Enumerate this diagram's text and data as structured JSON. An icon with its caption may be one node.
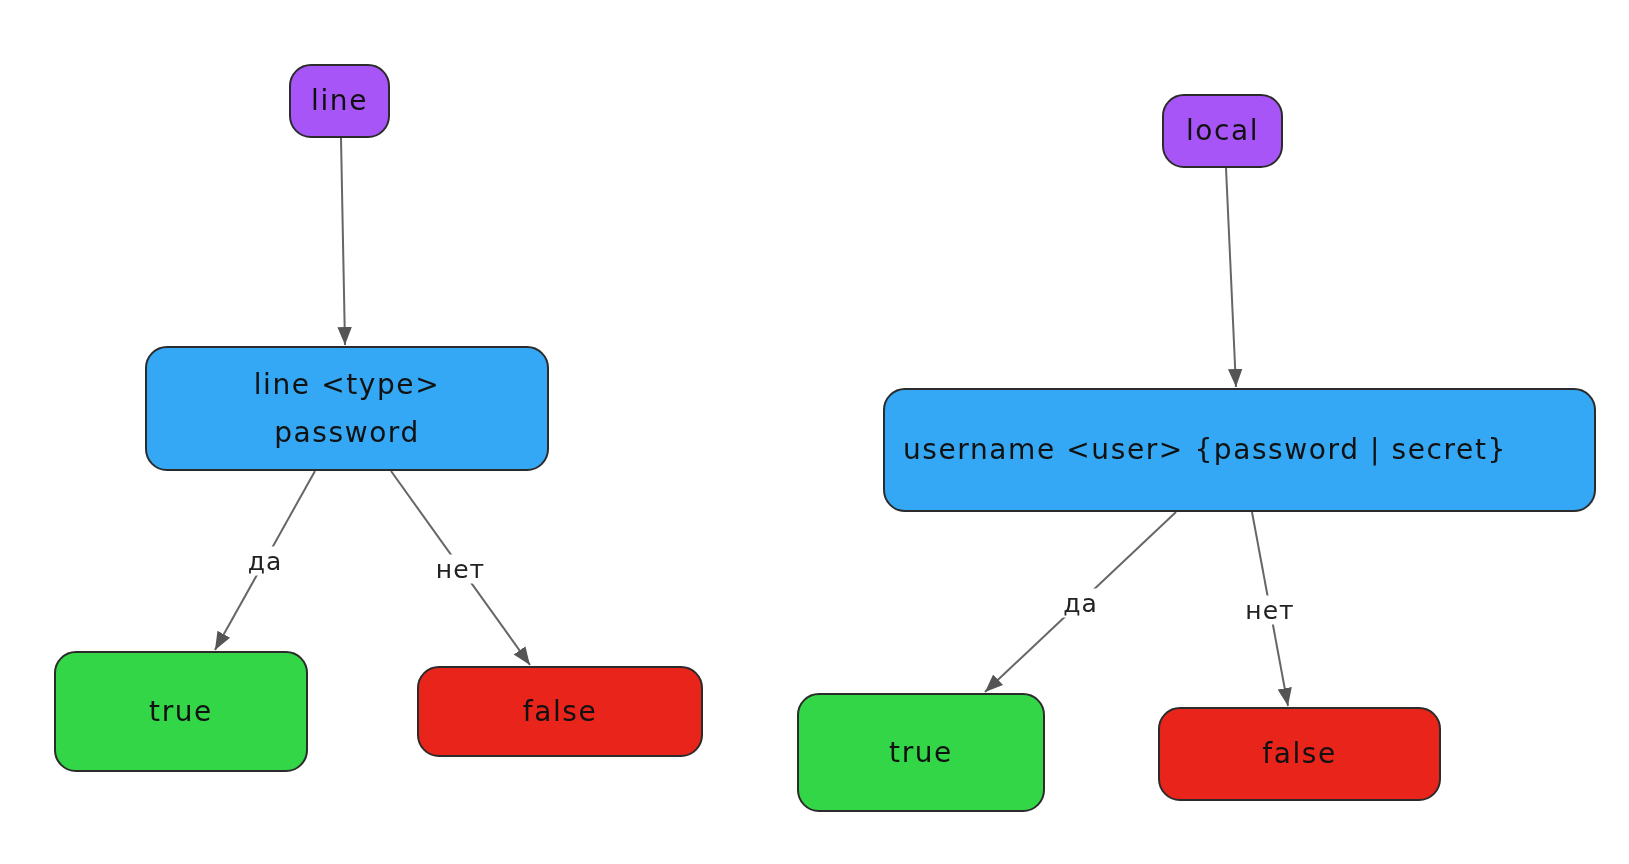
{
  "diagram": {
    "nodes": [
      {
        "text": [
          "line"
        ]
      },
      {
        "text": [
          "line <type> password"
        ]
      },
      {
        "text": [
          "true"
        ]
      },
      {
        "text": [
          "false"
        ]
      },
      {
        "text": [
          "local"
        ]
      },
      {
        "text": [
          "username <user> {password | secret}"
        ]
      },
      {
        "text": [
          "true"
        ]
      },
      {
        "text": [
          "false"
        ]
      }
    ],
    "edges": [
      {
        "from": 0,
        "to": 1,
        "arrow": "to"
      },
      {
        "from": 1,
        "to": 2,
        "arrow": "to",
        "label": "да"
      },
      {
        "from": 1,
        "to": 3,
        "arrow": "to",
        "label": "нет"
      },
      {
        "from": 4,
        "to": 5,
        "arrow": "to"
      },
      {
        "from": 5,
        "to": 6,
        "arrow": "to",
        "label": "да"
      },
      {
        "from": 5,
        "to": 7,
        "arrow": "to",
        "label": "нет"
      }
    ]
  }
}
